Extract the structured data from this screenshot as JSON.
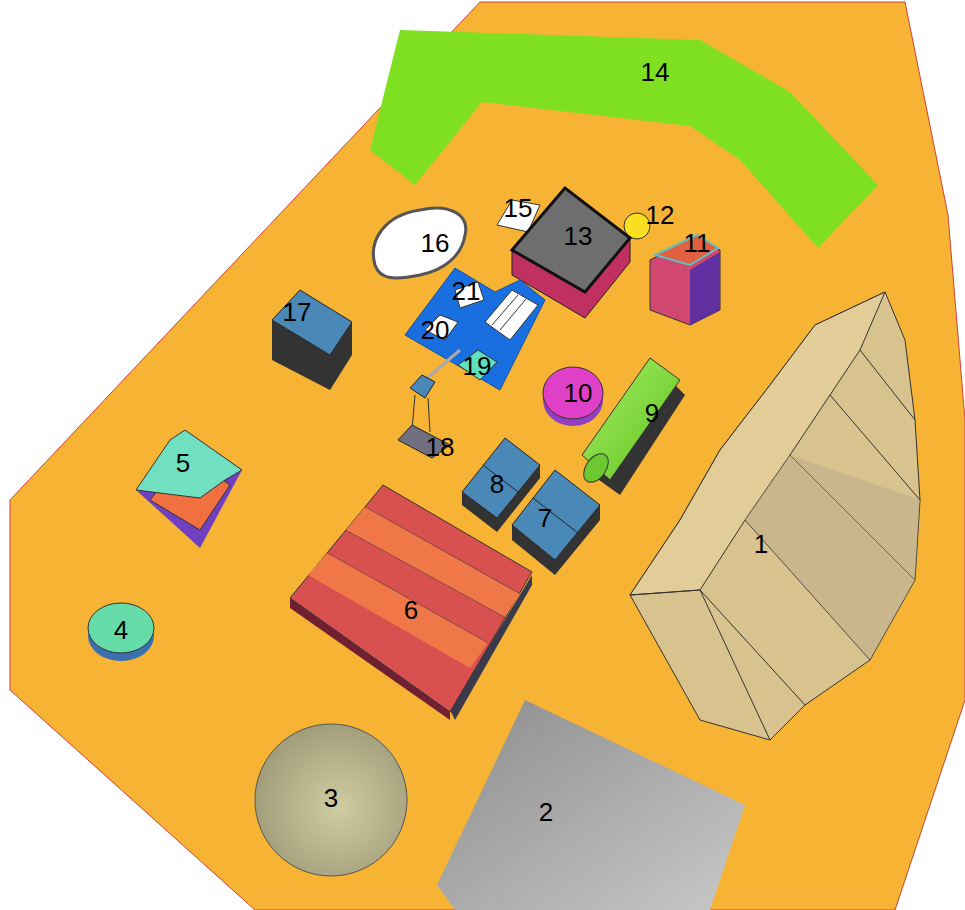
{
  "diagram": {
    "labels": [
      "14",
      "15",
      "12",
      "13",
      "16",
      "11",
      "21",
      "17",
      "20",
      "19",
      "10",
      "9",
      "18",
      "5",
      "8",
      "7",
      "1",
      "6",
      "4",
      "3",
      "2"
    ]
  }
}
